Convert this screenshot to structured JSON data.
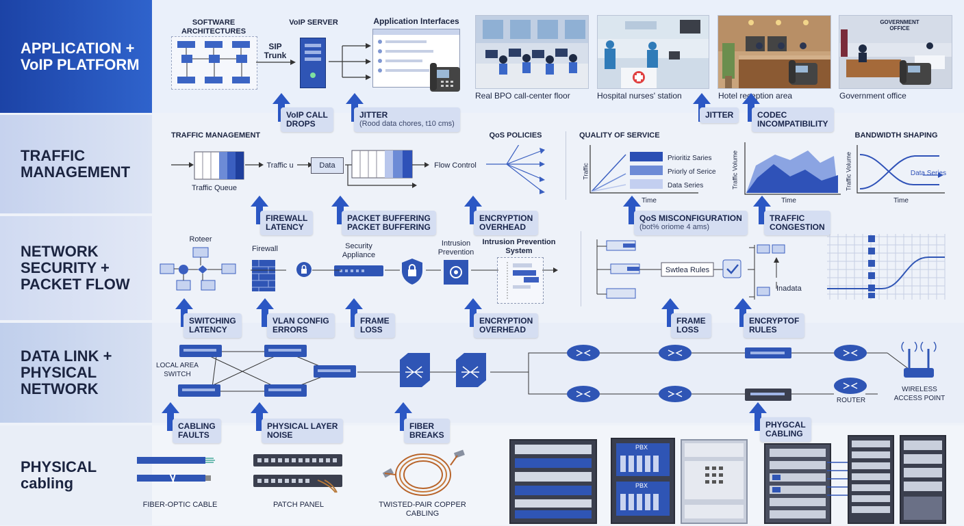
{
  "layers": {
    "app": {
      "title": "APPLICATION +\nVoIP PLATFORM",
      "software_arch": "SOFTWARE\nARCHITECTURES",
      "voip_server": "VoIP SERVER",
      "sip_trunk": "SIP\nTrunk",
      "app_interfaces": "Application Interfaces",
      "photos": [
        {
          "caption": "Real BPO call-center floor"
        },
        {
          "caption": "Hospital nurses' station"
        },
        {
          "caption": "Hotel reception area"
        },
        {
          "caption": "Government office",
          "sign": "GOVERNMENT\nOFFICE"
        }
      ],
      "sign_text": "GOVERNMENT\nOFFICE"
    },
    "traffic": {
      "title": "TRAFFIC\nMANAGEMENT",
      "traffic_management": "TRAFFIC MANAGEMENT",
      "traffic_queue": "Traffic Queue",
      "traffic_u": "Traffic u",
      "data": "Data",
      "flow_control": "Flow Control",
      "qos_policies": "QoS POLICIES",
      "qos_title": "QUALITY OF SERVICE",
      "qos_ylabel": "Traffic",
      "qos_xlabel": "Time",
      "qos_series": [
        "Prioritiz Saries",
        "Priorly of Serice",
        "Data Series"
      ],
      "volume_ylabel": "Traffic Volume",
      "volume_xlabel": "Time",
      "bw_title": "BANDWIDTH SHAPING",
      "bw_ylabel": "Traffic Volume",
      "bw_xlabel": "Time",
      "bw_series": "Data Series"
    },
    "security": {
      "title": "NETWORK\nSECURITY +\nPACKET FLOW",
      "roteer": "Roteer",
      "firewall": "Firewall",
      "security_appliance": "Security\nAppliance",
      "intrusion_prevention": "Intrusion\nPrevention",
      "ips_system": "Intrusion Prevention\nSystem",
      "switched_rules": "Swtlea Rules",
      "inadata": "Inadata"
    },
    "datalink": {
      "title": "DATA LINK +\nPHYSICAL\nNETWORK",
      "lan_switch": "LOCAL AREA\nSWITCH",
      "router": "ROUTER",
      "wap": "WIRELESS\nACCESS POINT"
    },
    "physical": {
      "title": "PHYSICAL\ncabling",
      "fiber_cable": "FIBER-OPTIC CABLE",
      "patch_panel": "PATCH PANEL",
      "twisted_pair": "TWISTED-PAIR COPPER\nCABLING",
      "pbx1": "PBX",
      "pbx2": "PBX"
    }
  },
  "issues": {
    "voip_call_drops": "VoIP CALL\nDROPS",
    "jitter1": "JITTER",
    "jitter1_sub": "(Rood data chores, t10 cms)",
    "jitter2": "JITTER",
    "codec": "CODEC\nINCOMPATIBILITY",
    "firewall_latency": "FIREWALL\nLATENCY",
    "packet_buffering": "PACKET BUFFERING\nPACKET BUFFERING",
    "encryption_overhead1": "ENCRYPTION\nOVERHEAD",
    "qos_misconfig": "QoS MISCONFIGURATION",
    "qos_misconfig_sub": "(bot% oriome 4 ams)",
    "traffic_congestion": "TRAFFIC\nCONGESTION",
    "switching_latency": "SWITCHING\nLATENCY",
    "vlan_config": "VLAN CONFIG\nERRORS",
    "frame_loss1": "FRAME\nLOSS",
    "encryption_overhead2": "ENCRYPTION\nOVERHEAD",
    "frame_loss2": "FRAME\nLOSS",
    "encryptof_rules": "ENCRYPTOF\nRULES",
    "cabling_faults": "CABLING\nFAULTS",
    "physical_noise": "PHYSICAL LAYER\nNOISE",
    "fiber_breaks": "FIBER\nBREAKS",
    "phycal_cabling": "PHYGCAL\nCABLING"
  },
  "colors": {
    "band1_label": "#1f4fb8",
    "band2_label": "#c4d1ee",
    "band3_label": "#d3dcf1",
    "band4_label": "#c2d1ec",
    "band5_label": "#e7ecf6",
    "device_blue": "#2f55b5",
    "arrow_blue": "#2b57c4",
    "issue_bg": "#d5def2"
  }
}
